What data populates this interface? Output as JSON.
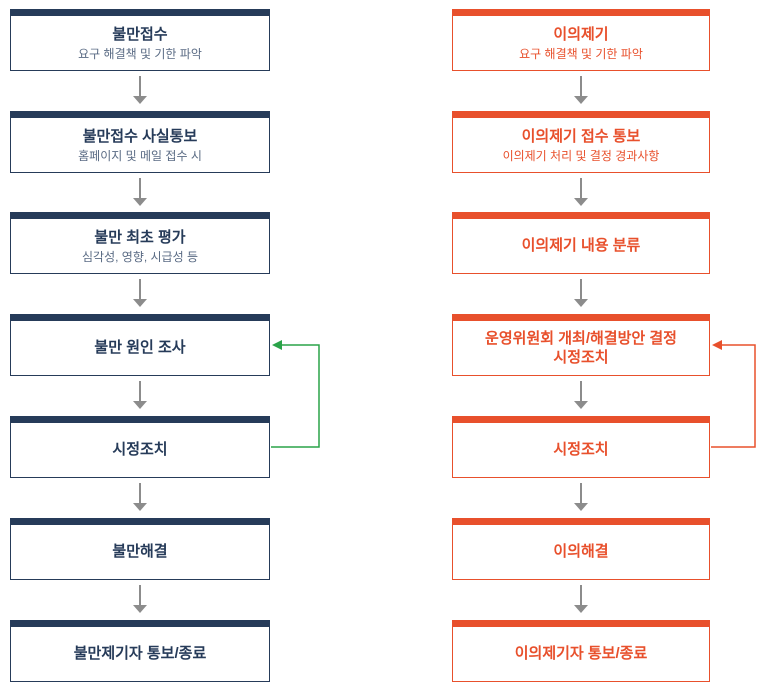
{
  "colors": {
    "navy": "#263b59",
    "orange": "#e8502c",
    "green": "#2aa349",
    "gray": "#8c8c8c",
    "subtle": "#5a6b84"
  },
  "left_flow": {
    "steps": [
      {
        "title": "불만접수",
        "subtitle": "요구 해결책 및 기한 파악"
      },
      {
        "title": "불만접수 사실통보",
        "subtitle": "홈페이지 및 메일 접수 시"
      },
      {
        "title": "불만 최초 평가",
        "subtitle": "심각성, 영향, 시급성 등"
      },
      {
        "title": "불만 원인 조사"
      },
      {
        "title": "시정조치"
      },
      {
        "title": "불만해결"
      },
      {
        "title": "불만제기자 통보/종료"
      }
    ]
  },
  "right_flow": {
    "steps": [
      {
        "title": "이의제기",
        "subtitle": "요구 해결책 및 기한 파악"
      },
      {
        "title": "이의제기 접수 통보",
        "subtitle": "이의제기 처리 및 결정 경과사항"
      },
      {
        "title": "이의제기 내용 분류"
      },
      {
        "title": "운영위원회 개최/해결방안 결정",
        "title_line2": "시정조치"
      },
      {
        "title": "시정조치"
      },
      {
        "title": "이의해결"
      },
      {
        "title": "이의제기자 통보/종료"
      }
    ]
  }
}
